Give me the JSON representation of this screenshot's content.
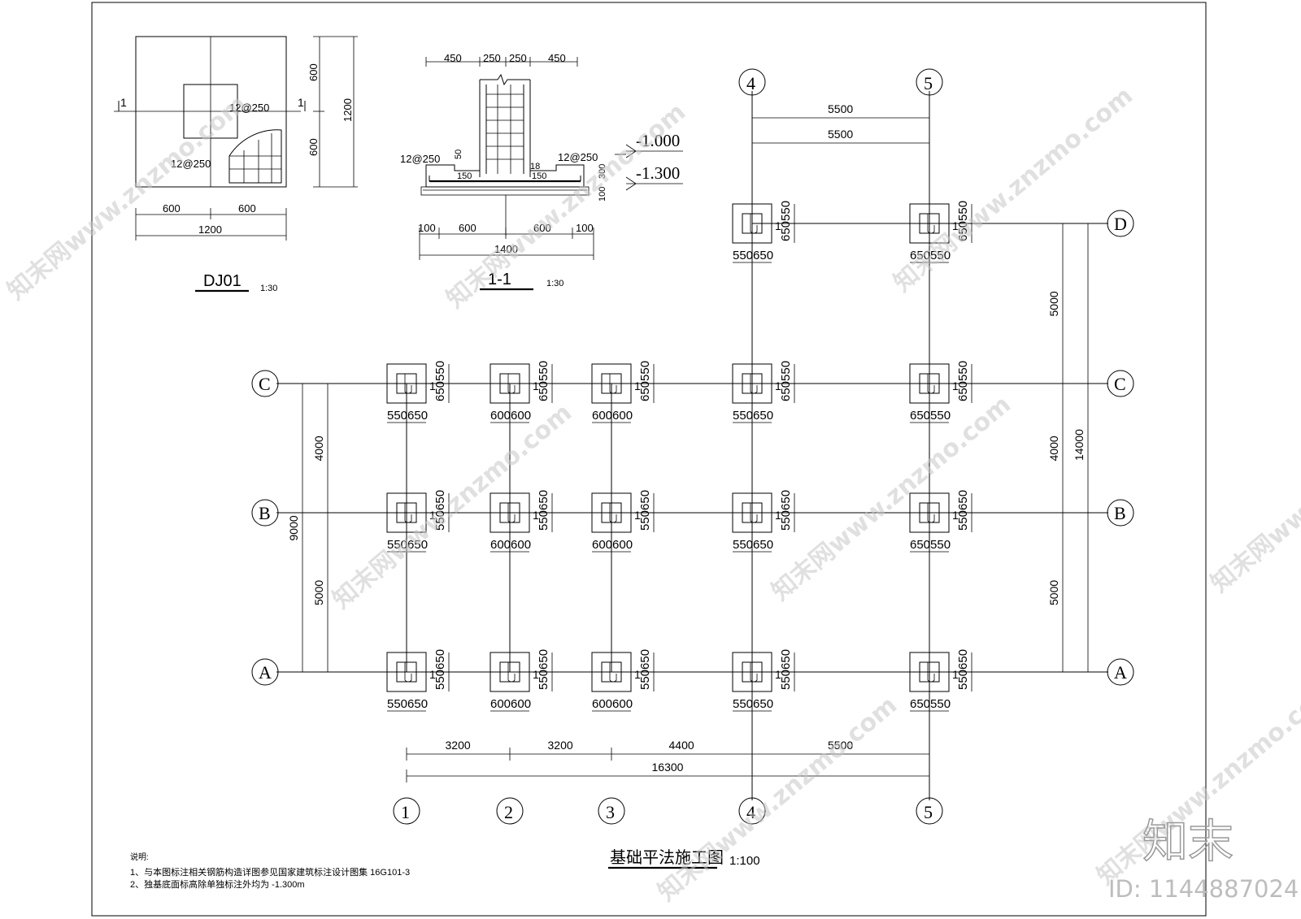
{
  "dj": {
    "title": "DJ01",
    "scale": "1:30",
    "dim600a": "600",
    "dim600b": "600",
    "dim1200": "1200",
    "dimv600a": "600",
    "dimv600b": "600",
    "dimv1200": "1200",
    "rebar1": "12@250",
    "rebar2": "12@250",
    "cut1": "1",
    "cut2": "1"
  },
  "section": {
    "title": "1-1",
    "scale": "1:30",
    "d450a": "450",
    "d250a": "250",
    "d250b": "250",
    "d450b": "450",
    "rebarL": "12@250",
    "rebarR": "12@250",
    "elev1": "-1.000",
    "elev2": "-1.300",
    "d100a": "100",
    "d600a": "600",
    "d600b": "600",
    "d100b": "100",
    "d1400": "1400",
    "d50": "50",
    "d150a": "150",
    "d150b": "150",
    "d18": "18",
    "d100v": "100",
    "d300v": "300"
  },
  "plan": {
    "title": "基础平法施工图",
    "scale": "1:100",
    "axes_x": [
      "1",
      "2",
      "3",
      "4",
      "5"
    ],
    "axes_y": [
      "A",
      "B",
      "C",
      "D"
    ],
    "bottom_dims": [
      "3200",
      "3200",
      "4400",
      "5500"
    ],
    "bottom_total": "16300",
    "top_dims": [
      "5500",
      "5500"
    ],
    "left_dims": [
      "5000",
      "4000"
    ],
    "left_total": "9000",
    "right_dims": [
      "5000",
      "4000",
      "5000"
    ],
    "right_total": "14000",
    "footing_tag": "1",
    "labels": {
      "a": "550650",
      "b": "600600",
      "c": "650550",
      "va": "650550",
      "vb": "550650"
    }
  },
  "notes": {
    "head": "说明:",
    "l1": "1、与本图标注相关钢筋构造详图参见国家建筑标注设计图集 16G101-3",
    "l2": "2、独基底面标高除单独标注外均为 -1.300m"
  },
  "watermark": {
    "logo": "知末",
    "id": "ID: 1144887024",
    "site": "知末网www.znzmo.com"
  }
}
